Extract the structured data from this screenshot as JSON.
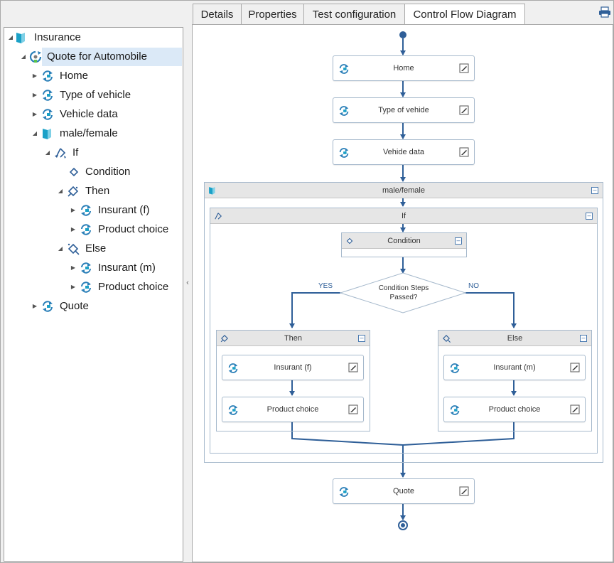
{
  "tabs": [
    "Details",
    "Properties",
    "Test configuration",
    "Control Flow Diagram"
  ],
  "active_tab": "Control Flow Diagram",
  "tree": {
    "root": "Insurance",
    "test_case": "Quote for Automobile",
    "home": "Home",
    "type_of_vehicle": "Type of vehicle",
    "vehicle_data": "Vehicle data",
    "male_female": "male/female",
    "if": "If",
    "condition": "Condition",
    "then": "Then",
    "insurant_f": "Insurant (f)",
    "product_choice_1": "Product choice",
    "else": "Else",
    "insurant_m": "Insurant (m)",
    "product_choice_2": "Product choice",
    "quote": "Quote"
  },
  "diagram": {
    "home": "Home",
    "type_of_vehicle": "Type of vehide",
    "vehicle_data": "Vehide data",
    "male_female": "male/female",
    "if": "If",
    "condition": "Condition",
    "decision_line1": "Condition Steps",
    "decision_line2": "Passed?",
    "yes": "YES",
    "no": "NO",
    "then": "Then",
    "else": "Else",
    "insurant_f": "Insurant (f)",
    "insurant_m": "Insurant (m)",
    "product_choice_then": "Product choice",
    "product_choice_else": "Product choice",
    "quote": "Quote"
  },
  "colors": {
    "flow_line": "#2f5f98",
    "selection": "#dbe9f7",
    "group_header": "#e6e6e6",
    "module_icon": "#1ba1c7"
  },
  "icons": {
    "root": "folder-module-icon",
    "test_case": "test-case-icon",
    "module": "reusable-module-icon",
    "if": "if-icon",
    "condition": "condition-icon",
    "then": "then-icon",
    "else": "else-icon",
    "edit": "edit-icon",
    "print": "print-icon"
  }
}
